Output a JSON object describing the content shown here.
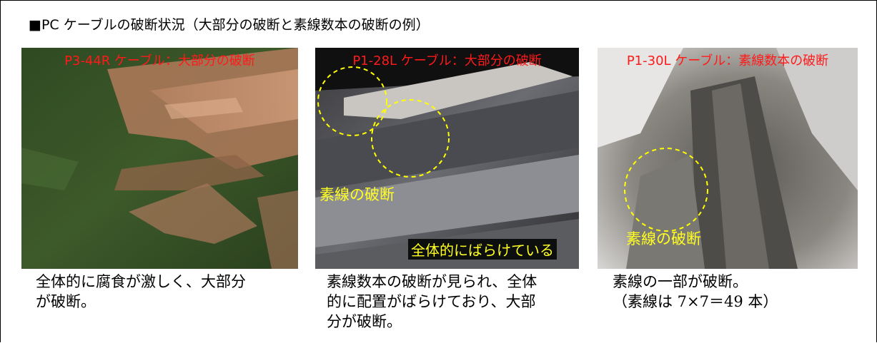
{
  "heading": "■PC ケーブルの破断状況（大部分の破断と素線数本の破断の例）",
  "photos": [
    {
      "title": "P3-44R ケーブル：大部分の破断",
      "caption": [
        "全体的に腐食が激しく、大部分",
        "が破断。"
      ]
    },
    {
      "title": "P1-28L ケーブル：大部分の破断",
      "annotations": [
        "素線の破断",
        "全体的にばらけている"
      ],
      "caption": [
        "素線数本の破断が見られ、全体",
        "的に配置がばらけており、大部",
        "分が破断。"
      ]
    },
    {
      "title": "P1-30L ケーブル：素線数本の破断",
      "annotations": [
        "素線の破断"
      ],
      "caption": [
        "素線の一部が破断。",
        "（素線は 7×7＝49 本）"
      ]
    }
  ],
  "colors": {
    "photo_title": "#ff1a1a",
    "annotation": "#ffff22",
    "circle": "#ffff00"
  }
}
